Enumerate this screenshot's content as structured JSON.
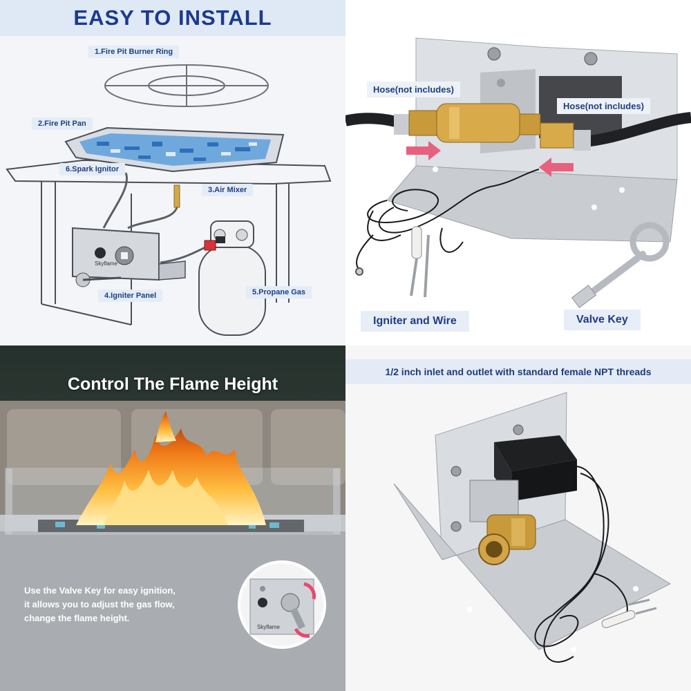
{
  "install": {
    "title": "EASY TO INSTALL",
    "labels": {
      "burner_ring": "1.Fire Pit Burner Ring",
      "pan": "2.Fire Pit Pan",
      "air_mixer": "3.Air Mixer",
      "igniter_panel": "4.Igniter Panel",
      "propane": "5.Propane Gas",
      "spark": "6.Spark Ignitor"
    },
    "brand": "Skyflame"
  },
  "parts": {
    "hose_left": "Hose(not includes)",
    "hose_right": "Hose(not includes)",
    "igniter_wire": "Igniter and Wire",
    "valve_key": "Valve Key"
  },
  "flame": {
    "title": "Control The Flame Height",
    "description": [
      "Use the Valve Key for easy ignition,",
      "it allows you to adjust the gas flow,",
      "change the flame height."
    ],
    "brand": "Skyflame"
  },
  "inlet": {
    "title": "1/2 inch inlet and outlet with standard female NPT threads"
  },
  "colors": {
    "accent": "#1a3a8c",
    "arrow": "#e8607f",
    "brass": "#c99a3a",
    "steel": "#c8cbd0"
  }
}
